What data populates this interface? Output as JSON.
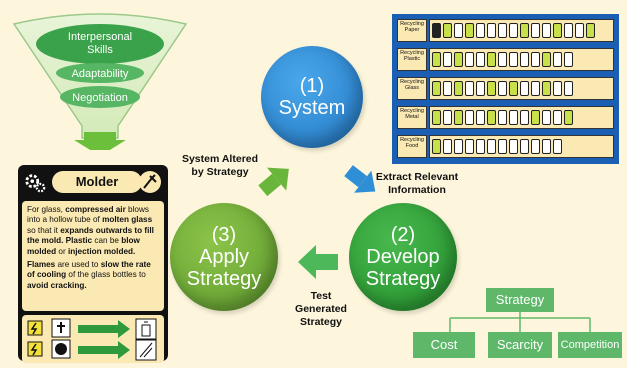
{
  "funnel": {
    "items": [
      "Interpersonal Skills",
      "Adaptability",
      "Negotiation"
    ]
  },
  "molder_card": {
    "title": "Molder",
    "paragraph1_segments": [
      {
        "t": "For glass, ",
        "b": false
      },
      {
        "t": "compressed air",
        "b": true
      },
      {
        "t": " blows into a hollow tube of ",
        "b": false
      },
      {
        "t": "molten glass",
        "b": true
      },
      {
        "t": " so that it ",
        "b": false
      },
      {
        "t": "expands outwards to fill the mold.",
        "b": true
      },
      {
        "t": " ",
        "b": false
      },
      {
        "t": "Plastic",
        "b": true
      },
      {
        "t": " can be ",
        "b": false
      },
      {
        "t": "blow molded",
        "b": true
      },
      {
        "t": " or ",
        "b": false
      },
      {
        "t": "injection molded.",
        "b": true
      }
    ],
    "paragraph2_segments": [
      {
        "t": "Flames",
        "b": true
      },
      {
        "t": " are used to ",
        "b": false
      },
      {
        "t": "slow the rate of cooling",
        "b": true
      },
      {
        "t": " of the glass bottles to ",
        "b": false
      },
      {
        "t": "avoid cracking.",
        "b": true
      }
    ]
  },
  "cycle": {
    "system": {
      "num": "(1)",
      "label": "System"
    },
    "develop": {
      "num": "(2)",
      "label_line1": "Develop",
      "label_line2": "Strategy"
    },
    "apply": {
      "num": "(3)",
      "label_line1": "Apply",
      "label_line2": "Strategy"
    },
    "arrow_extract": {
      "line1": "Extract Relevant",
      "line2": "Information"
    },
    "arrow_test": {
      "line1": "Test",
      "line2": "Generated",
      "line3": "Strategy"
    },
    "arrow_altered": {
      "line1": "System Altered",
      "line2": "by Strategy"
    }
  },
  "recycling": {
    "rows": [
      {
        "label_line1": "Recycling",
        "label_line2": "Paper"
      },
      {
        "label_line1": "Recycling",
        "label_line2": "Plastic"
      },
      {
        "label_line1": "Recycling",
        "label_line2": "Glass"
      },
      {
        "label_line1": "Recycling",
        "label_line2": "Metal"
      },
      {
        "label_line1": "Recycling",
        "label_line2": "Food"
      }
    ]
  },
  "strategy_tree": {
    "root": "Strategy",
    "children": [
      "Cost",
      "Scarcity",
      "Competition"
    ]
  },
  "colors": {
    "green": "#5fb86a",
    "dark_green": "#2e9a3c",
    "blue": "#2f8fd6",
    "panel_blue": "#1a5fb4",
    "card_yellow": "#fbe9b3"
  }
}
